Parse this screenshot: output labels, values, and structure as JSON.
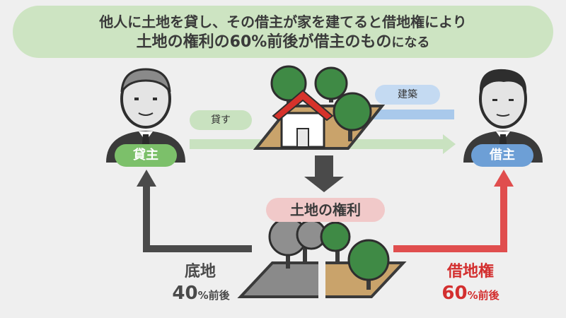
{
  "title": {
    "line1": "他人に土地を貸し、その借主が家を建てると借地権により",
    "line2_a": "土地の権利の",
    "line2_b": "60%前後が借主のもの",
    "line2_c": "になる"
  },
  "lender": {
    "label": "貸主"
  },
  "borrower": {
    "label": "借主"
  },
  "action_lend": "貸す",
  "action_build": "建築",
  "land_rights": "土地の権利",
  "sokochi": {
    "label": "底地",
    "percent": "40",
    "unit": "%前後"
  },
  "shakuchiken": {
    "label": "借地権",
    "percent": "60",
    "unit": "%前後"
  },
  "colors": {
    "green": "#7cc06a",
    "blue": "#6d9fd6",
    "red": "#e04e4e",
    "dark": "#4a4a4a",
    "pink": "#f1c9c9"
  },
  "chart_data": {
    "type": "pie",
    "categories": [
      "底地",
      "借地権"
    ],
    "values": [
      40,
      60
    ]
  }
}
